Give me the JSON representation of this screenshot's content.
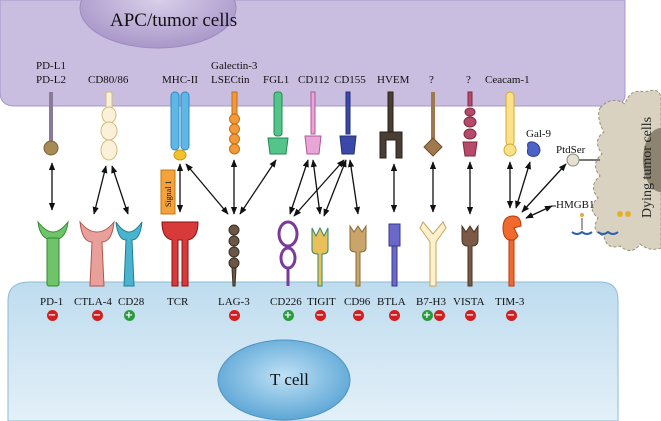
{
  "cells": {
    "apc": "APC/tumor cells",
    "tcell": "T cell",
    "dying": "Dying tumor cells",
    "signal": "Signal 1"
  },
  "top_labels": {
    "pdl1": "PD-L1",
    "pdl2": "PD-L2",
    "cd8086": "CD80/86",
    "mhc2": "MHC-II",
    "galectin3": "Galectin-3",
    "lsectin": "LSECtin",
    "fgl1": "FGL1",
    "cd112": "CD112",
    "cd155": "CD155",
    "hvem": "HVEM",
    "q1": "?",
    "q2": "?",
    "ceacam1": "Ceacam-1",
    "gal9": "Gal-9",
    "ptdser": "PtdSer",
    "hmgb1": "HMGB1"
  },
  "receptors": [
    {
      "name": "PD-1",
      "effect": "-"
    },
    {
      "name": "CTLA-4",
      "effect": "-"
    },
    {
      "name": "CD28",
      "effect": "+"
    },
    {
      "name": "TCR",
      "effect": ""
    },
    {
      "name": "LAG-3",
      "effect": "-"
    },
    {
      "name": "CD226",
      "effect": "+"
    },
    {
      "name": "TIGIT",
      "effect": "-"
    },
    {
      "name": "CD96",
      "effect": "-"
    },
    {
      "name": "BTLA",
      "effect": "-"
    },
    {
      "name": "B7-H3",
      "effect": "+-"
    },
    {
      "name": "VISTA",
      "effect": "-"
    },
    {
      "name": "TIM-3",
      "effect": "-"
    }
  ],
  "colors": {
    "apc": "#c9bde0",
    "tcell_membrane": "#cfe6f3",
    "nucleus": "#6fb3de",
    "dying": "#d9d2c0",
    "minus": "#d11f1f",
    "plus": "#2a9a3e"
  }
}
